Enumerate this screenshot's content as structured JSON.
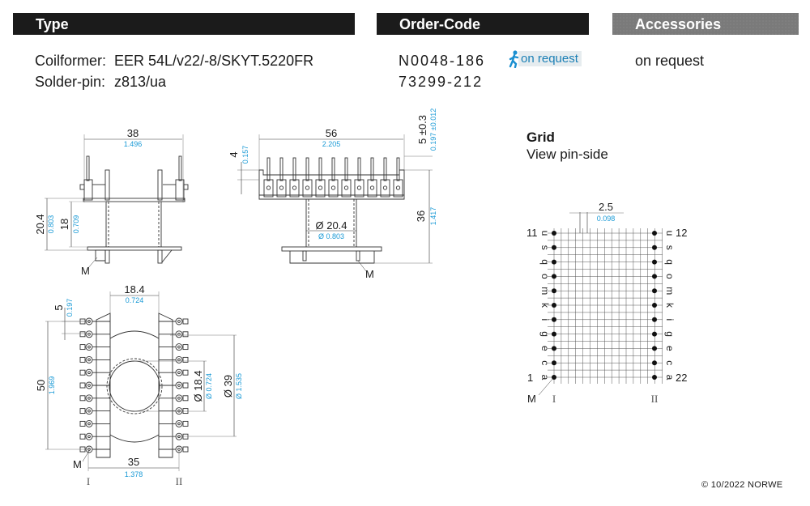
{
  "headers": {
    "type": "Type",
    "order_code": "Order-Code",
    "accessories": "Accessories"
  },
  "type": {
    "coilformer_label": "Coilformer:",
    "coilformer_value": "EER 54L/v22/-8/SKYT.5220FR",
    "solder_pin_label": "Solder-pin:",
    "solder_pin_value": "z813/ua"
  },
  "order": {
    "code_1": "N0048-186",
    "code_2": "73299-212",
    "badge_label": "on request",
    "badge_icon": "running-person-icon"
  },
  "accessories": {
    "value": "on request"
  },
  "drawing_side": {
    "width": "38",
    "width_in": "1.496",
    "height_outer": "20.4",
    "height_outer_in": "0.803",
    "height_inner": "18",
    "height_inner_in": "0.709",
    "marker": "M"
  },
  "drawing_front": {
    "width": "56",
    "width_in": "2.205",
    "pin_len": "4",
    "pin_len_in": "0.157",
    "tol": "5 ±0.3",
    "tol_in": "0.197 ±0.012",
    "height": "36",
    "height_in": "1.417",
    "bore": "Ø 20.4",
    "bore_in": "Ø 0.803",
    "marker": "M"
  },
  "drawing_top": {
    "width": "18.4",
    "width_in": "0.724",
    "pitch": "5",
    "pitch_in": "0.197",
    "length": "50",
    "length_in": "1.969",
    "core": "Ø 18.4",
    "core_in": "Ø 0.724",
    "flange": "Ø 39",
    "flange_in": "Ø 1.535",
    "spacing": "35",
    "spacing_in": "1.378",
    "marker": "M",
    "row_1": "I",
    "row_2": "II"
  },
  "grid": {
    "title": "Grid",
    "subtitle": "View pin-side",
    "pitch": "2.5",
    "pitch_in": "0.098",
    "left_letters": [
      "u",
      "s",
      "q",
      "o",
      "m",
      "k",
      "i",
      "g",
      "e",
      "c",
      "a"
    ],
    "right_letters": [
      "u",
      "s",
      "q",
      "o",
      "m",
      "k",
      "i",
      "g",
      "e",
      "c",
      "a"
    ],
    "pin_top_left": "11",
    "pin_top_right": "12",
    "pin_bottom_left": "1",
    "pin_bottom_right": "22",
    "marker": "M",
    "row_1": "I",
    "row_2": "II"
  },
  "footer": {
    "copyright": "© 10/2022 NORWE"
  }
}
